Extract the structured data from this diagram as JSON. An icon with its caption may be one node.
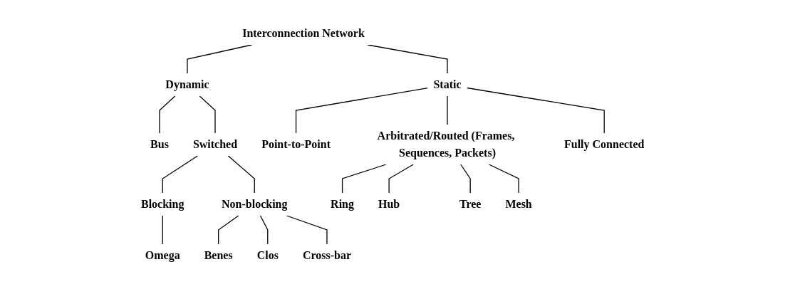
{
  "diagram": {
    "nodes": [
      {
        "text": [
          "Interconnection Network"
        ]
      },
      {
        "text": [
          "Dynamic"
        ]
      },
      {
        "text": [
          "Static"
        ]
      },
      {
        "text": [
          "Bus"
        ]
      },
      {
        "text": [
          "Switched"
        ]
      },
      {
        "text": [
          "Point-to-Point"
        ]
      },
      {
        "text": [
          "Arbitrated/Routed (Frames, Sequences, Packets)"
        ]
      },
      {
        "text": [
          "Fully Connected"
        ]
      },
      {
        "text": [
          "Blocking"
        ]
      },
      {
        "text": [
          "Non-blocking"
        ]
      },
      {
        "text": [
          "Ring"
        ]
      },
      {
        "text": [
          "Hub"
        ]
      },
      {
        "text": [
          "Tree"
        ]
      },
      {
        "text": [
          "Mesh"
        ]
      },
      {
        "text": [
          "Omega"
        ]
      },
      {
        "text": [
          "Benes"
        ]
      },
      {
        "text": [
          "Clos"
        ]
      },
      {
        "text": [
          "Cross-bar"
        ]
      }
    ],
    "edges": [
      {
        "from": 0,
        "to": 1,
        "arrow": "none"
      },
      {
        "from": 0,
        "to": 2,
        "arrow": "none"
      },
      {
        "from": 1,
        "to": 3,
        "arrow": "none"
      },
      {
        "from": 1,
        "to": 4,
        "arrow": "none"
      },
      {
        "from": 2,
        "to": 5,
        "arrow": "none"
      },
      {
        "from": 2,
        "to": 6,
        "arrow": "none"
      },
      {
        "from": 2,
        "to": 7,
        "arrow": "none"
      },
      {
        "from": 4,
        "to": 8,
        "arrow": "none"
      },
      {
        "from": 4,
        "to": 9,
        "arrow": "none"
      },
      {
        "from": 6,
        "to": 10,
        "arrow": "none"
      },
      {
        "from": 6,
        "to": 11,
        "arrow": "none"
      },
      {
        "from": 6,
        "to": 12,
        "arrow": "none"
      },
      {
        "from": 6,
        "to": 13,
        "arrow": "none"
      },
      {
        "from": 8,
        "to": 14,
        "arrow": "none"
      },
      {
        "from": 9,
        "to": 15,
        "arrow": "none"
      },
      {
        "from": 9,
        "to": 16,
        "arrow": "none"
      },
      {
        "from": 9,
        "to": 17,
        "arrow": "none"
      }
    ]
  }
}
